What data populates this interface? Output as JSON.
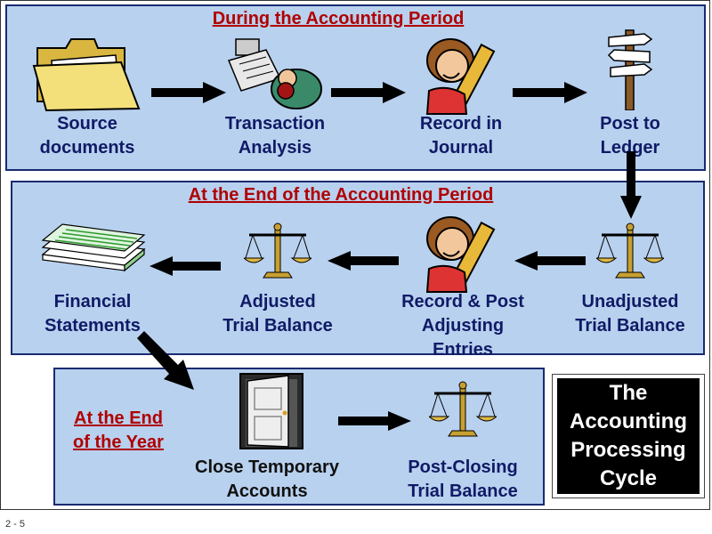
{
  "sections": {
    "during_title": "During the Accounting Period",
    "end_period_title": "At the End of the Accounting Period",
    "end_year_title": "At the End\nof the Year"
  },
  "steps": {
    "source_documents": "Source\ndocuments",
    "transaction_analysis": "Transaction\nAnalysis",
    "record_in_journal": "Record in\nJournal",
    "post_to_ledger": "Post to\nLedger",
    "unadjusted_trial_balance": "Unadjusted\nTrial Balance",
    "record_post_adjusting": "Record & Post\nAdjusting\nEntries",
    "adjusted_trial_balance": "Adjusted\nTrial Balance",
    "financial_statements": "Financial\nStatements",
    "close_temporary_accounts": "Close Temporary\nAccounts",
    "post_closing_trial_balance": "Post-Closing\nTrial Balance"
  },
  "cycle_box": "The\nAccounting\nProcessing\nCycle",
  "page_number": "2 - 5",
  "colors": {
    "panel": "#b8d1ee",
    "panel_border": "#1a2a70",
    "title_red": "#b00000",
    "label_navy": "#101a66"
  },
  "icons": [
    "folder-icon",
    "desk-person-icon",
    "writer-pencil-icon",
    "signpost-icon",
    "scale-icon",
    "stacked-paper-icon",
    "door-icon"
  ]
}
